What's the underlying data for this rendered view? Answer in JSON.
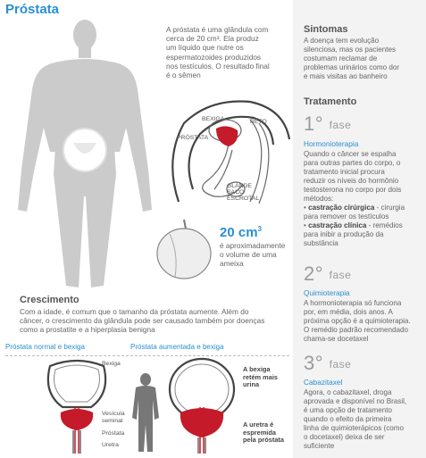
{
  "header": {
    "title": "Próstata"
  },
  "intro": {
    "lines": [
      "A próstata é uma glândula com",
      "cerca de 20 cm³. Ela produz",
      "um líquido que nutre os",
      "espermatozoides produzidos",
      "nos testículos. O resultado final",
      "é o sêmen"
    ]
  },
  "anatomy": {
    "bexiga": "BEXIGA",
    "reto": "RETO",
    "prostata": "PRÓSTATA",
    "glande": "GLANDE",
    "saco": "SACO",
    "escrotal": "ESCROTAL"
  },
  "volume": {
    "value": "20 cm",
    "sup": "3",
    "lines": [
      "é aproximadamente",
      "o volume de uma",
      "ameixa"
    ]
  },
  "growth": {
    "heading": "Crescimento",
    "lines": [
      "Com a idade, é comum que o tamanho da próstata aumente. Além do",
      "câncer, o crescimento da glândula pode ser causado também por doenças",
      "como a prostatite e a hiperplasia benigna"
    ],
    "normal_title": "Próstata normal e bexiga",
    "enlarged_title": "Próstata aumentada e bexiga",
    "label_bexiga": "Bexiga",
    "label_vesicula_1": "Vesícula",
    "label_vesicula_2": "seminal",
    "label_prostata": "Próstata",
    "label_uretra": "Uretra",
    "bold_1": [
      "A bexiga",
      "retém mais",
      "urina"
    ],
    "bold_2": [
      "A uretra é",
      "espremida",
      "pela próstata"
    ]
  },
  "sidebar": {
    "symptoms_heading": "Sintomas",
    "symptoms_lines": [
      "A doença tem evolução",
      "silenciosa, mas os pacientes",
      "costumam reclamar de",
      "problemas urinários como dor",
      "e mais visitas ao banheiro"
    ],
    "treatment_heading": "Tratamento",
    "phase_word": "fase",
    "phase1": {
      "num": "1°",
      "name": "Hormonioterapia",
      "lines": [
        "Quando o câncer se espalha",
        "para outras partes do corpo, o",
        "tratamento inicial procura",
        "reduzir os níveis do hormônio",
        "testosterona no corpo por dois",
        "métodos:"
      ],
      "b1_bold": "castração cirúrgica",
      "b1_rest": " - cirurgia",
      "b1_line2": "para remover os testículos",
      "b2_bold": "castração clínica",
      "b2_rest": " - remédios",
      "b2_line2": "para inibir a produção da",
      "b2_line3": "substância"
    },
    "phase2": {
      "num": "2°",
      "name": "Quimioterapia",
      "lines": [
        "A hormonioterapia só funciona",
        "por, em média, dois anos. A",
        "próxima opção é a quimioterapia.",
        "O remédio padrão recomendado",
        "chama-se docetaxel"
      ]
    },
    "phase3": {
      "num": "3°",
      "name": "Cabazitaxel",
      "lines": [
        "Agora, o cabazitaxel, droga",
        "aprovada e disponível no Brasil,",
        "é uma opção de tratamento",
        "quando o efeito da primeira",
        "linha de quimioterápicos (como",
        "o docetaxel) deixa de ser",
        "suficiente"
      ]
    }
  },
  "colors": {
    "accent": "#2a8fd0",
    "organ": "#c41a2a",
    "silhouette": "#c9c9c9"
  }
}
